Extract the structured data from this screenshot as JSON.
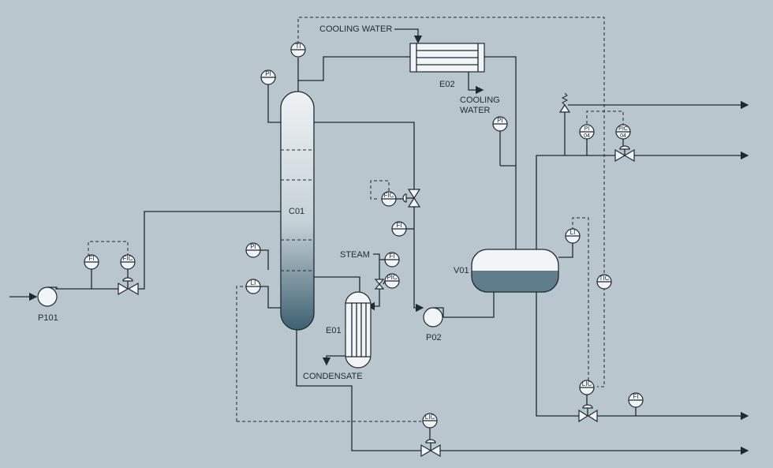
{
  "diagram": {
    "equipment": {
      "column": "C01",
      "reboiler": "E01",
      "condenser": "E02",
      "drum": "V01",
      "feed_pump": "P101",
      "reflux_pump": "P02"
    },
    "streams": {
      "cooling_water_in": "COOLING WATER",
      "cooling_water_out_1": "COOLING",
      "cooling_water_out_2": "WATER",
      "steam": "STEAM",
      "condensate": "CONDENSATE"
    },
    "instruments": {
      "ti_top": "TI",
      "pi_column_top": "PI",
      "pi_drum": "PI",
      "pi_04_a": "PI",
      "pi_04_b": "04",
      "pic_04_a": "PIC",
      "pic_04_b": "04",
      "fic_reflux": "FIC",
      "fi_reflux": "FI",
      "fi_feed": "FI",
      "fic_feed": "FIC",
      "pi_column_bottom": "PI",
      "li_column": "LI",
      "fi_steam": "FI",
      "pic_steam": "PIC",
      "li_drum": "LI",
      "tic": "TIC",
      "lic_drum": "LIC",
      "fi_product": "FI",
      "lic_bottoms": "LIC"
    },
    "colors": {
      "background": "#b9c6ce",
      "vessel_fill": "#f2f5f7",
      "liquid": "#5f7d8a",
      "line": "#1e2a30"
    }
  }
}
